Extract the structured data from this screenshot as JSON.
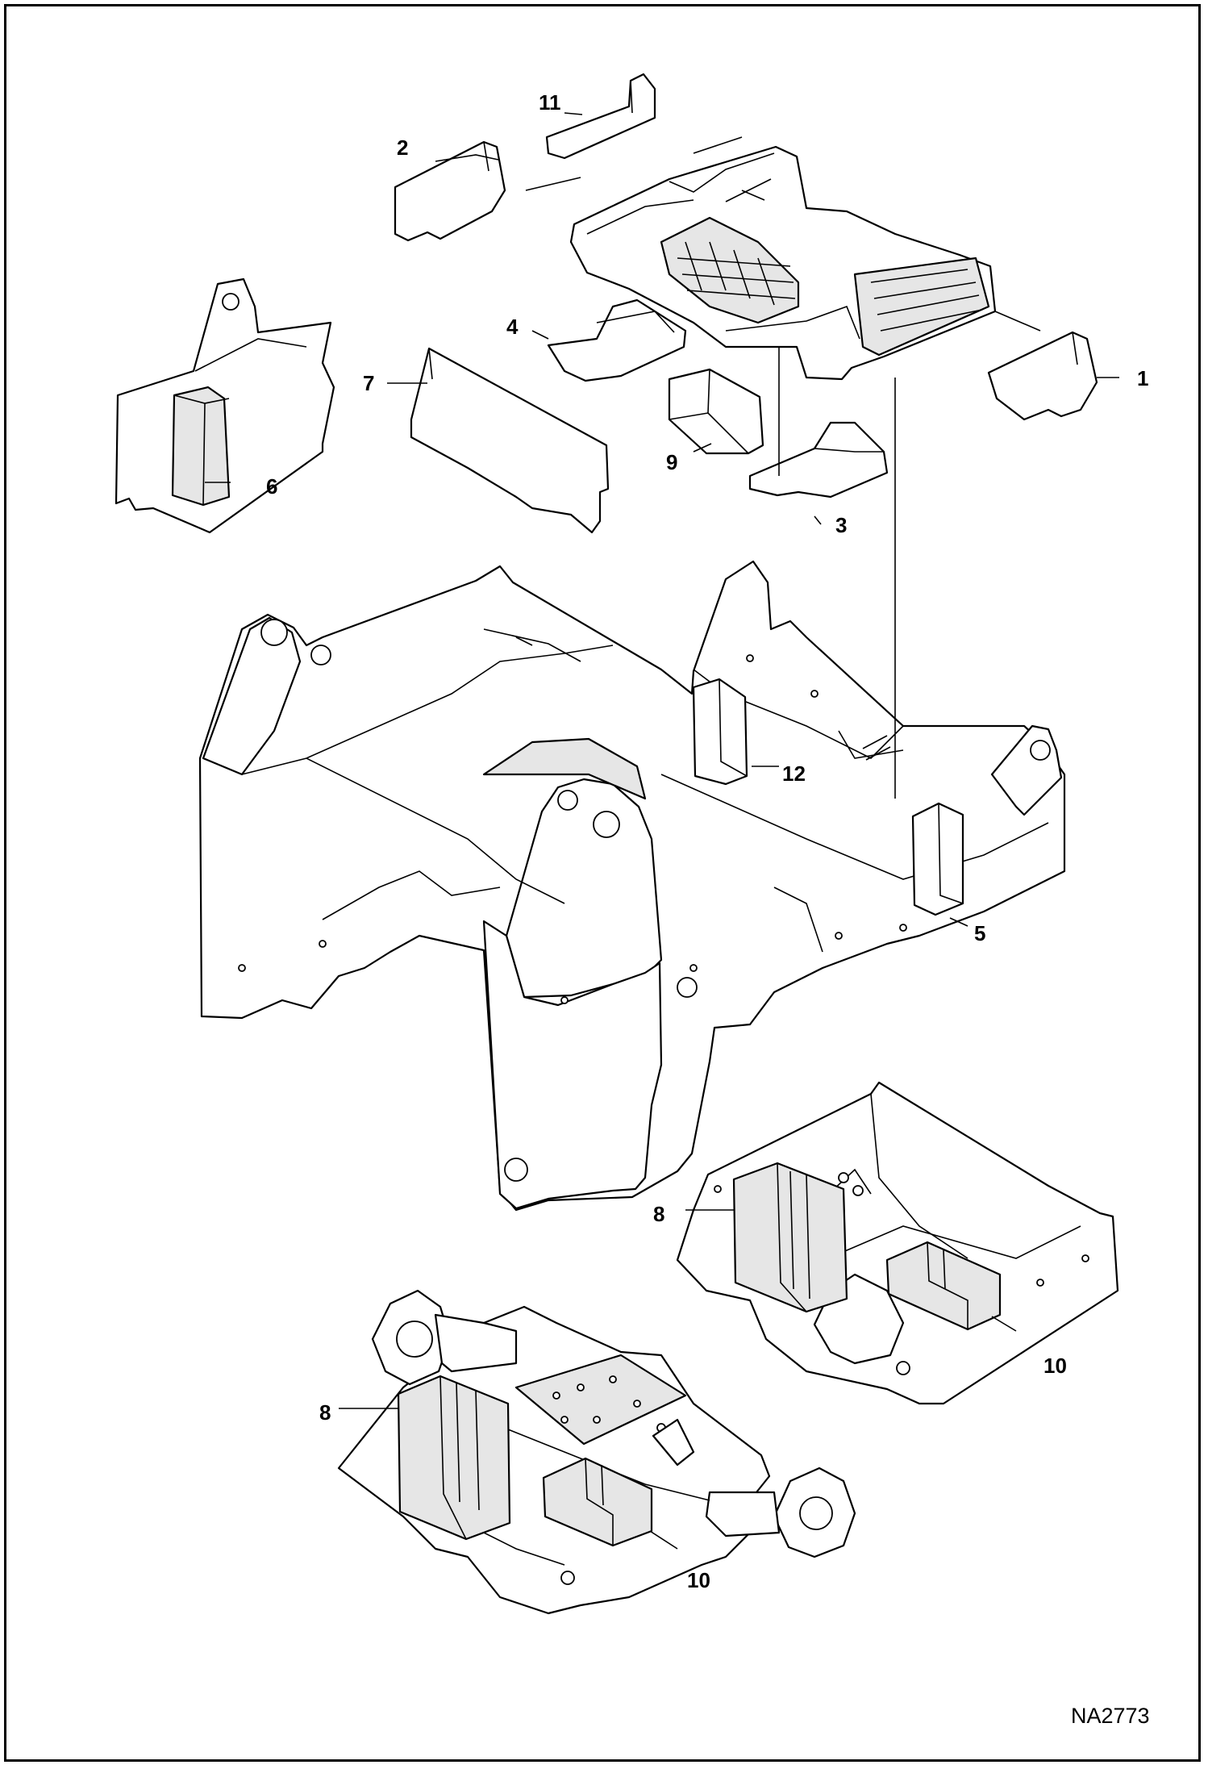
{
  "figure": {
    "drawing_code": "NA2773"
  },
  "callouts": [
    {
      "id": "c1",
      "label": "1"
    },
    {
      "id": "c2",
      "label": "2"
    },
    {
      "id": "c3",
      "label": "3"
    },
    {
      "id": "c4",
      "label": "4"
    },
    {
      "id": "c5",
      "label": "5"
    },
    {
      "id": "c6",
      "label": "6"
    },
    {
      "id": "c7",
      "label": "7"
    },
    {
      "id": "c8a",
      "label": "8"
    },
    {
      "id": "c8b",
      "label": "8"
    },
    {
      "id": "c9",
      "label": "9"
    },
    {
      "id": "c10a",
      "label": "10"
    },
    {
      "id": "c10b",
      "label": "10"
    },
    {
      "id": "c11",
      "label": "11"
    },
    {
      "id": "c12",
      "label": "12"
    }
  ]
}
